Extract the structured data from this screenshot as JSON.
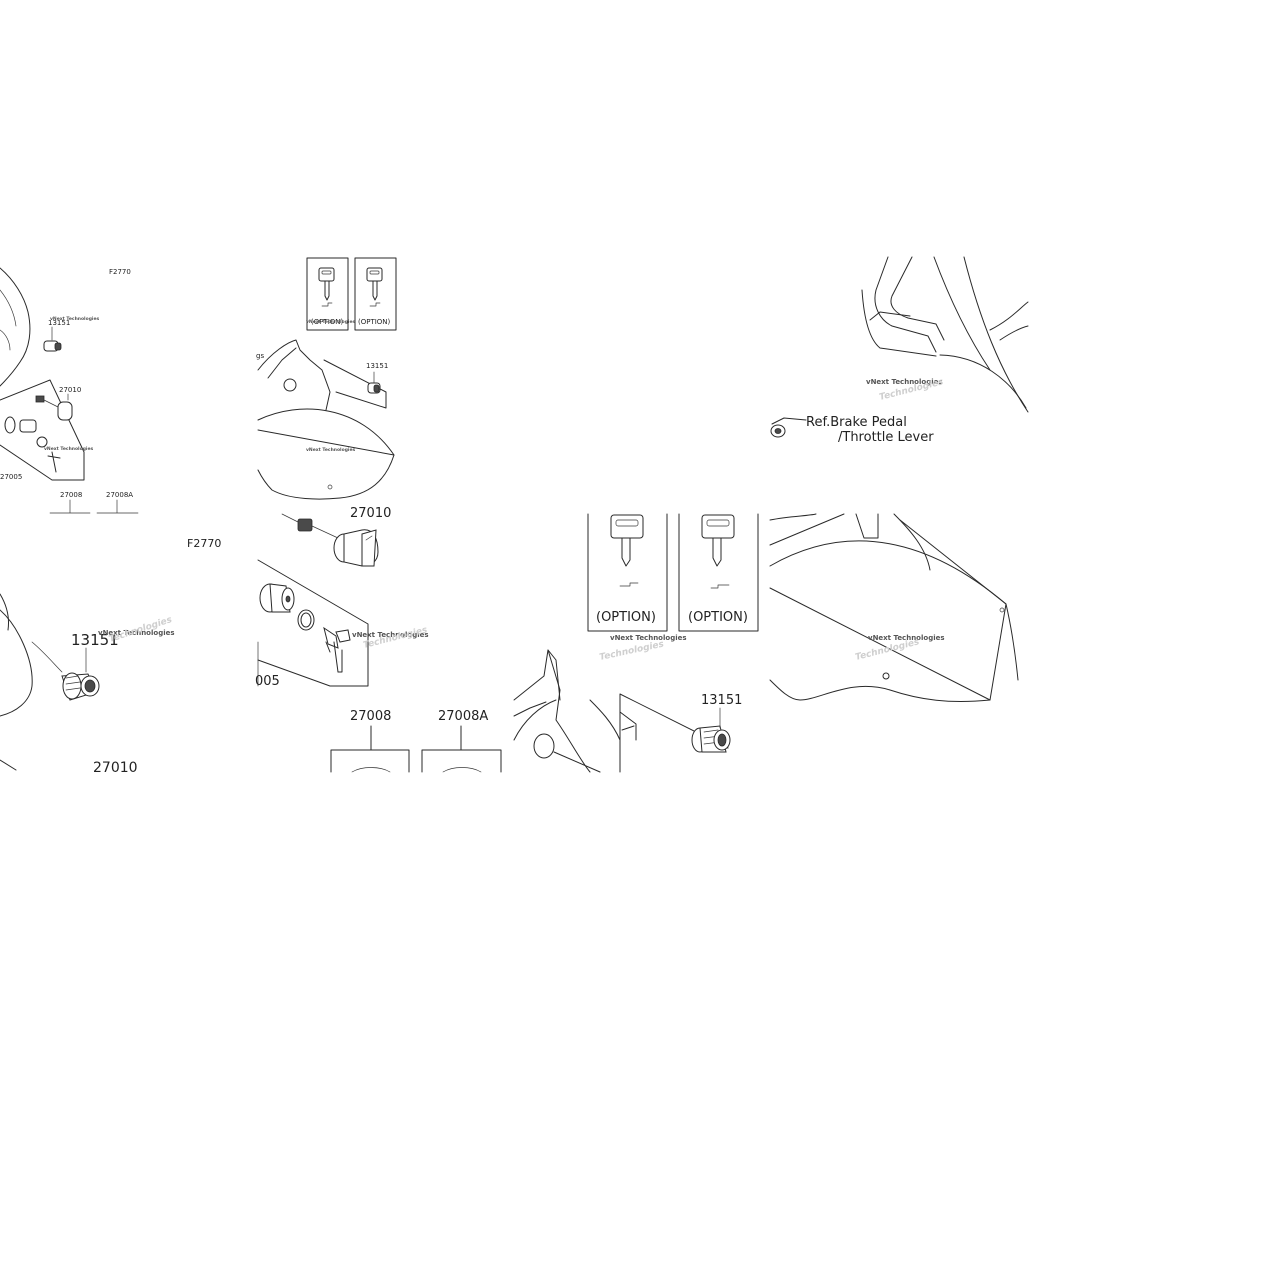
{
  "diagram": {
    "figure_code": "F2770",
    "labels": {
      "part_13151": "13151",
      "part_27010": "27010",
      "part_27005": "27005",
      "part_27008": "27008",
      "part_27008A": "27008A",
      "part_27010_partial": "27010",
      "part_27005_partial": "005",
      "option": "(OPTION)",
      "ref_line1": "Ref.Brake Pedal",
      "ref_line2": "/Throttle Lever",
      "cut_text": "gs"
    },
    "watermark": {
      "text": "vNext Technologies",
      "ghost": "Technologies"
    }
  }
}
